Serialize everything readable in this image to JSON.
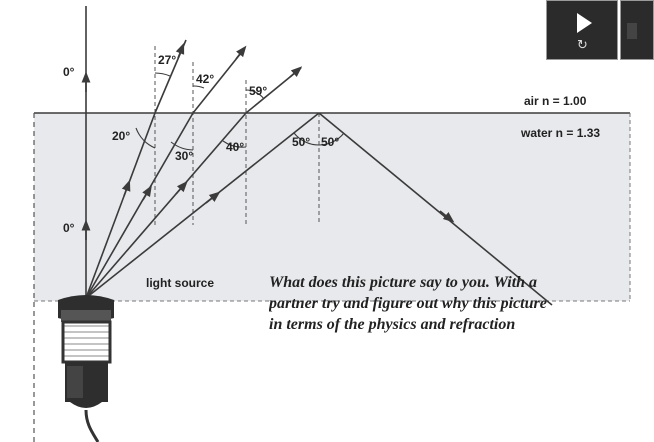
{
  "media": {
    "play_icon": "play-icon",
    "replay_icon": "replay-icon",
    "replay_glyph": "↻",
    "next_icon": "next-icon"
  },
  "diagram": {
    "media_labels": {
      "air": "air n = 1.00",
      "water": "water n = 1.33"
    },
    "light_source": "light source",
    "angles": {
      "normal_air": "0°",
      "normal_water": "0°",
      "ray1_air": "27°",
      "ray1_water": "20°",
      "ray2_air": "42°",
      "ray2_water": "30°",
      "ray3_air": "59°",
      "ray3_water": "40°",
      "reflect_left": "50°",
      "reflect_right": "50°"
    },
    "colors": {
      "water_fill": "#e7e9ec",
      "line": "#3b3b3b",
      "dash": "#555555"
    }
  },
  "prompt": {
    "line1": "What does this picture say to you.  With a",
    "line2": "partner try and figure out why this picture",
    "line3": "in terms of the physics and refraction"
  }
}
